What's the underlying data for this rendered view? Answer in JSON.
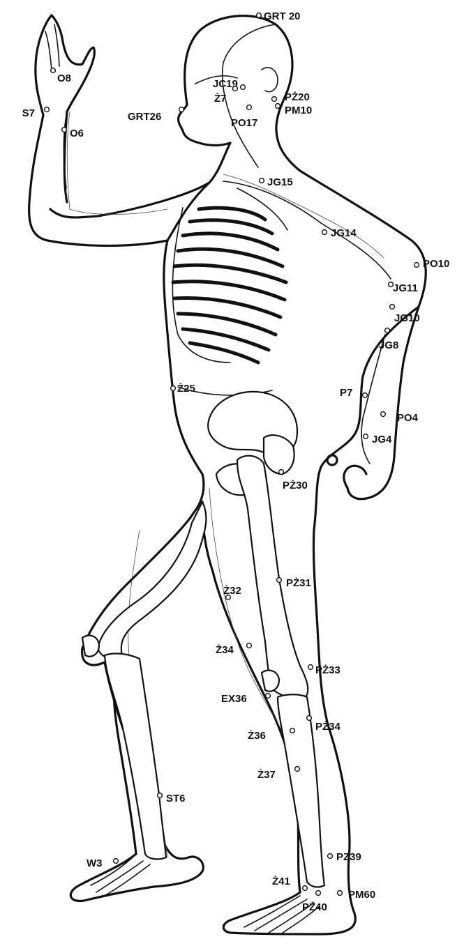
{
  "points": [
    {
      "id": "grt20",
      "label": "GRT 20"
    },
    {
      "id": "o8",
      "label": "O8"
    },
    {
      "id": "s7",
      "label": "S7"
    },
    {
      "id": "o6",
      "label": "O6"
    },
    {
      "id": "jc19",
      "label": "JC19"
    },
    {
      "id": "z7",
      "label": "Ż7"
    },
    {
      "id": "pz20",
      "label": "PŻ20"
    },
    {
      "id": "pm10",
      "label": "PM10"
    },
    {
      "id": "grt26",
      "label": "GRT26"
    },
    {
      "id": "po17",
      "label": "PO17"
    },
    {
      "id": "jg15",
      "label": "JG15"
    },
    {
      "id": "jg14",
      "label": "JG14"
    },
    {
      "id": "po10",
      "label": "PO10"
    },
    {
      "id": "jg11",
      "label": "JG11"
    },
    {
      "id": "jg10",
      "label": "JG10"
    },
    {
      "id": "jg8",
      "label": "JG8"
    },
    {
      "id": "z25",
      "label": "Ż25"
    },
    {
      "id": "p7",
      "label": "P7"
    },
    {
      "id": "po4",
      "label": "PO4"
    },
    {
      "id": "jg4",
      "label": "JG4"
    },
    {
      "id": "pz30",
      "label": "PŻ30"
    },
    {
      "id": "pz31",
      "label": "PŻ31"
    },
    {
      "id": "z32",
      "label": "Ż32"
    },
    {
      "id": "z34",
      "label": "Ż34"
    },
    {
      "id": "pz33",
      "label": "PŻ33"
    },
    {
      "id": "ex36",
      "label": "EX36"
    },
    {
      "id": "pz34",
      "label": "PŻ34"
    },
    {
      "id": "z36",
      "label": "Ż36"
    },
    {
      "id": "z37",
      "label": "Ż37"
    },
    {
      "id": "st6",
      "label": "ST6"
    },
    {
      "id": "w3",
      "label": "W3"
    },
    {
      "id": "pz39",
      "label": "PZ39"
    },
    {
      "id": "z41",
      "label": "Ż41"
    },
    {
      "id": "pm60",
      "label": "PM60"
    },
    {
      "id": "pz40",
      "label": "PŻ40"
    }
  ]
}
